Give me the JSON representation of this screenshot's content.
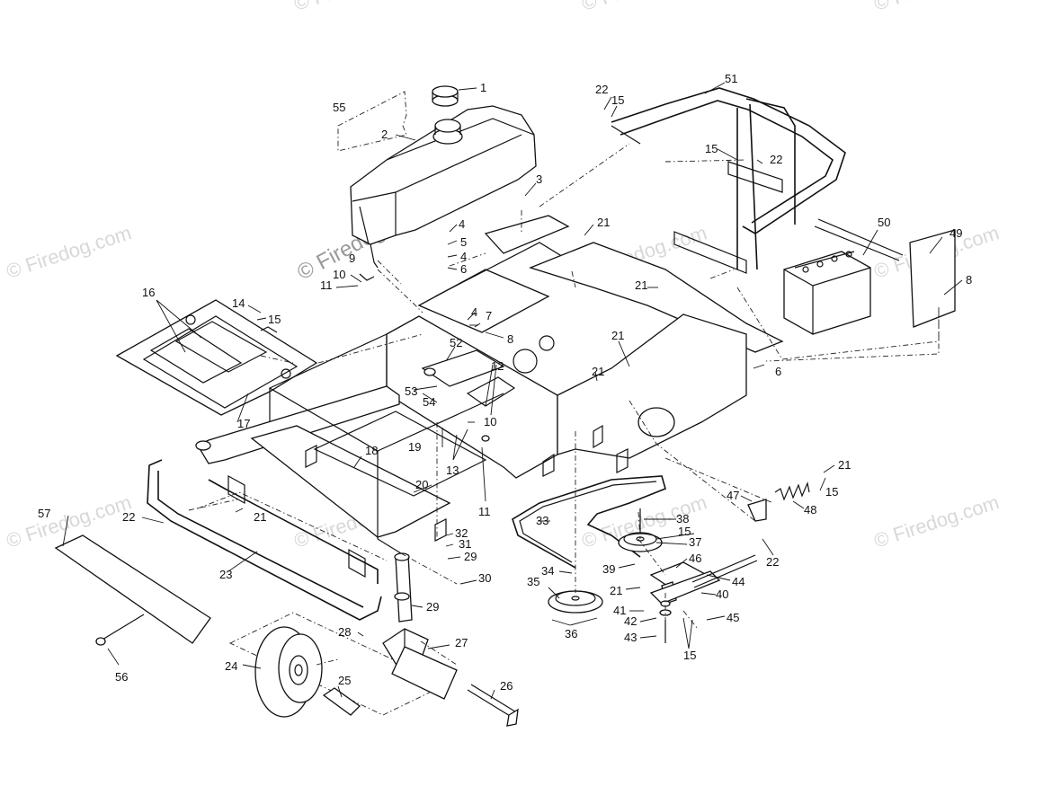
{
  "watermark": {
    "text": "© Firedog.com",
    "main_text": "© Firedog.com"
  },
  "callouts": [
    {
      "id": "c1",
      "label": "1"
    },
    {
      "id": "c2",
      "label": "2"
    },
    {
      "id": "c3",
      "label": "3"
    },
    {
      "id": "c4a",
      "label": "4"
    },
    {
      "id": "c5",
      "label": "5"
    },
    {
      "id": "c4b",
      "label": "4"
    },
    {
      "id": "c6a",
      "label": "6"
    },
    {
      "id": "c7",
      "label": "7"
    },
    {
      "id": "c4c",
      "label": "4"
    },
    {
      "id": "c8a",
      "label": "8"
    },
    {
      "id": "c9",
      "label": "9"
    },
    {
      "id": "c10a",
      "label": "10"
    },
    {
      "id": "c11a",
      "label": "11"
    },
    {
      "id": "c12",
      "label": "12"
    },
    {
      "id": "c13",
      "label": "13"
    },
    {
      "id": "c14",
      "label": "14"
    },
    {
      "id": "c15a",
      "label": "15"
    },
    {
      "id": "c15b",
      "label": "15"
    },
    {
      "id": "c15c",
      "label": "15"
    },
    {
      "id": "c15d",
      "label": "15"
    },
    {
      "id": "c15e",
      "label": "15"
    },
    {
      "id": "c15f",
      "label": "15"
    },
    {
      "id": "c16",
      "label": "16"
    },
    {
      "id": "c17",
      "label": "17"
    },
    {
      "id": "c18",
      "label": "18"
    },
    {
      "id": "c19",
      "label": "19"
    },
    {
      "id": "c10b",
      "label": "10"
    },
    {
      "id": "c11b",
      "label": "11"
    },
    {
      "id": "c20",
      "label": "20"
    },
    {
      "id": "c21a",
      "label": "21"
    },
    {
      "id": "c21b",
      "label": "21"
    },
    {
      "id": "c21c",
      "label": "21"
    },
    {
      "id": "c21d",
      "label": "21"
    },
    {
      "id": "c21e",
      "label": "21"
    },
    {
      "id": "c21f",
      "label": "21"
    },
    {
      "id": "c21g",
      "label": "21"
    },
    {
      "id": "c22a",
      "label": "22"
    },
    {
      "id": "c22b",
      "label": "22"
    },
    {
      "id": "c22c",
      "label": "22"
    },
    {
      "id": "c22d",
      "label": "22"
    },
    {
      "id": "c23",
      "label": "23"
    },
    {
      "id": "c24",
      "label": "24"
    },
    {
      "id": "c25",
      "label": "25"
    },
    {
      "id": "c26",
      "label": "26"
    },
    {
      "id": "c27",
      "label": "27"
    },
    {
      "id": "c28",
      "label": "28"
    },
    {
      "id": "c29a",
      "label": "29"
    },
    {
      "id": "c29b",
      "label": "29"
    },
    {
      "id": "c30",
      "label": "30"
    },
    {
      "id": "c31",
      "label": "31"
    },
    {
      "id": "c32",
      "label": "32"
    },
    {
      "id": "c33",
      "label": "33"
    },
    {
      "id": "c34",
      "label": "34"
    },
    {
      "id": "c35",
      "label": "35"
    },
    {
      "id": "c36",
      "label": "36"
    },
    {
      "id": "c37",
      "label": "37"
    },
    {
      "id": "c38",
      "label": "38"
    },
    {
      "id": "c39",
      "label": "39"
    },
    {
      "id": "c40",
      "label": "40"
    },
    {
      "id": "c41",
      "label": "41"
    },
    {
      "id": "c42",
      "label": "42"
    },
    {
      "id": "c43",
      "label": "43"
    },
    {
      "id": "c44",
      "label": "44"
    },
    {
      "id": "c45",
      "label": "45"
    },
    {
      "id": "c46",
      "label": "46"
    },
    {
      "id": "c47",
      "label": "47"
    },
    {
      "id": "c48",
      "label": "48"
    },
    {
      "id": "c49",
      "label": "49"
    },
    {
      "id": "c50",
      "label": "50"
    },
    {
      "id": "c51",
      "label": "51"
    },
    {
      "id": "c52",
      "label": "52"
    },
    {
      "id": "c53",
      "label": "53"
    },
    {
      "id": "c54",
      "label": "54"
    },
    {
      "id": "c55",
      "label": "55"
    },
    {
      "id": "c56",
      "label": "56"
    },
    {
      "id": "c57",
      "label": "57"
    },
    {
      "id": "c6b",
      "label": "6"
    },
    {
      "id": "c8b",
      "label": "8"
    }
  ]
}
